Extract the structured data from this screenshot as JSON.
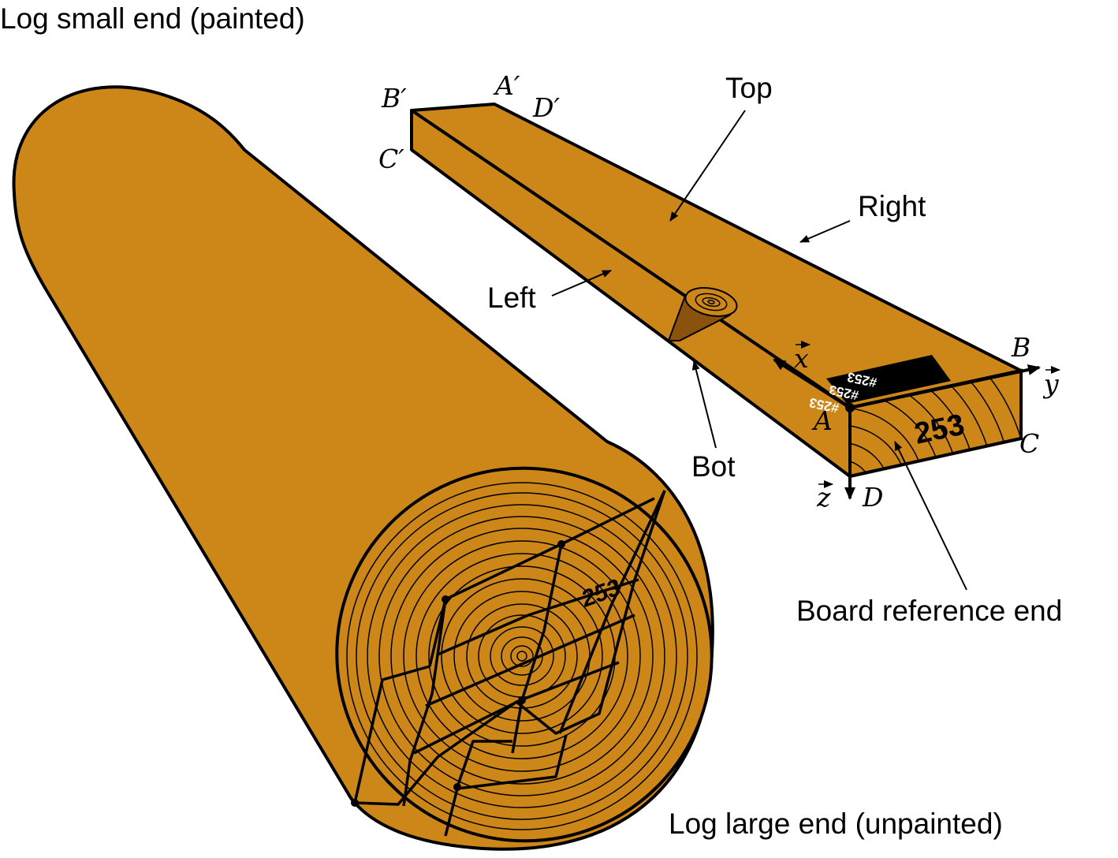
{
  "labels": {
    "log_small_end": "Log small end (painted)",
    "log_large_end": "Log large end (unpainted)",
    "top": "Top",
    "right": "Right",
    "left": "Left",
    "bot": "Bot",
    "board_reference_end": "Board reference end"
  },
  "points": {
    "a_prime": "A′",
    "b_prime": "B′",
    "c_prime": "C′",
    "d_prime": "D′",
    "a": "A",
    "b": "B",
    "c": "C",
    "d": "D"
  },
  "axes": {
    "x": "x",
    "y": "y",
    "z": "z"
  },
  "board": {
    "end_number": "253",
    "tag_text": "#253"
  },
  "log": {
    "end_number": "253"
  },
  "colors": {
    "wood": "#CC8718",
    "knot_dark": "#8A520C",
    "outline": "#000000",
    "tag": "#000000"
  }
}
